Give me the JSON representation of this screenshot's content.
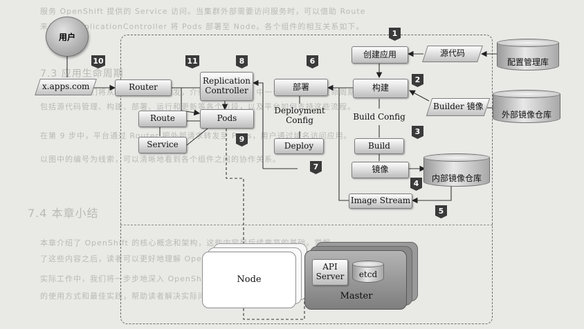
{
  "background": {
    "lines": [
      "服务 OpenShift 提供的 Service 访问。当集群外部需要访问服务时，可以借助 Route",
      "来访问。ReplicationController 将 Pods 部署至 Node。各个组件的相互关系如下。",
      "7.3 应用生命周期",
      "这一节中，我们将从开发者的视角出发，介绍 OpenShift 中一个应用的完整生命周期，",
      "包括源代码管理、构建、部署、运行和更新等各个阶段，以及平台如何支持这些流程。",
      "在第 9 步中，平台通过 Router 把外部请求转发至 Pods，用户通过域名访问应用。",
      "以图中的编号为线索，可以清晰地看到各个组件之间的协作关系。",
      "7.4 本章小结",
      "本章介绍了 OpenShift 的核心概念和架构，这些内容是后续章节的基础。掌握",
      "了这些内容之后，读者可以更好地理解 OpenShift 平台的设计理念和工作方式，在",
      "实际工作中，我们将一步步地深入 OpenShift 的各个组件，并介绍其在不同场景下",
      "的使用方式和最佳实践，帮助读者解决实际问题。"
    ]
  },
  "nodes": {
    "user": "用户",
    "domain": "x.apps.com",
    "router": "Router",
    "route": "Route",
    "service": "Service",
    "pods": "Pods",
    "rc_line1": "Replication",
    "rc_line2": "Controller",
    "deploy_cn": "部署",
    "deployment_config_line1": "Deployment",
    "deployment_config_line2": "Config",
    "deploy": "Deploy",
    "create_app": "创建应用",
    "source_code": "源代码",
    "config_repo": "配置管理库",
    "build_cn": "构建",
    "builder_image": "Builder 镜像",
    "external_registry": "外部镜像仓库",
    "build_config": "Build Config",
    "build": "Build",
    "image": "镜像",
    "internal_registry": "内部镜像仓库",
    "image_stream": "Image Stream",
    "node": "Node",
    "api_line1": "API",
    "api_line2": "Server",
    "etcd": "etcd",
    "master": "Master"
  },
  "badges": [
    "1",
    "2",
    "3",
    "4",
    "5",
    "6",
    "7",
    "8",
    "9",
    "10",
    "11"
  ]
}
